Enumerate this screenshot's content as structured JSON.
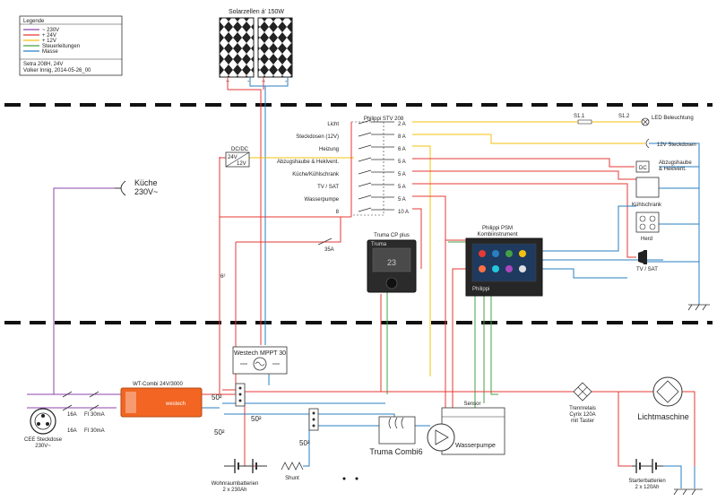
{
  "legend": {
    "title": "Legende",
    "items": [
      {
        "label": "~ 230V",
        "color": "#8e44ad"
      },
      {
        "label": "+  24V",
        "color": "#e53935"
      },
      {
        "label": "+  12V",
        "color": "#f4c20d"
      },
      {
        "label": "Steuerleitungen",
        "color": "#43a047"
      },
      {
        "label": "Masse",
        "color": "#2a7fc0"
      }
    ],
    "footer_line1": "Setra 208H, 24V",
    "footer_line2": "Volker Innig, 2014-05-26_00"
  },
  "solar": {
    "title": "Solarzellen á' 150W",
    "minus": "-",
    "plus": "+"
  },
  "stv": {
    "title": "Philippi STV 208",
    "rows": [
      {
        "label": "Licht",
        "fuse": "2 A"
      },
      {
        "label": "Steckdosen (12V)",
        "fuse": "8 A"
      },
      {
        "label": "Heizung",
        "fuse": "6 A"
      },
      {
        "label": "Abzugshaube & Heklvent.",
        "fuse": "5 A"
      },
      {
        "label": "Küche/Kühlschrank",
        "fuse": "5 A"
      },
      {
        "label": "TV / SAT",
        "fuse": "5 A"
      },
      {
        "label": "Wasserpumpe",
        "fuse": "5 A"
      },
      {
        "label": "8",
        "fuse": "10 A"
      }
    ]
  },
  "dcdc": {
    "label": "DC/DC",
    "in": "24V",
    "out": "12V"
  },
  "switches": {
    "s1": "S1.1",
    "s2": "S1.2"
  },
  "loads": {
    "led": "LED Beleuchtung",
    "socket12": "12V Steckdosen",
    "hood": "Abzugshaube",
    "hood2": "& Heklvent.",
    "fridge": "Kühlschrank",
    "stove": "Herd",
    "tv": "TV / SAT"
  },
  "kitchen": {
    "label": "Küche",
    "voltage": "230V~"
  },
  "fuse35": "35A",
  "wire_6": "6²",
  "truma_cp": {
    "title": "Truma CP plus",
    "brand": "Truma",
    "display": "23"
  },
  "psm": {
    "title": "Philippi PSM",
    "subtitle": "Kombiinstrument",
    "brand": "Philippi"
  },
  "mppt": {
    "label": "Westech MPPT 30"
  },
  "inverter": {
    "label": "WT-Combi 24V/3000",
    "brand": "westech"
  },
  "wire_50a": "50²",
  "wire_50b": "50²",
  "wire_50c": "50²",
  "wire_50d": "50²",
  "fi1": {
    "fuse": "16A",
    "rcd": "FI 30mA"
  },
  "fi2": {
    "fuse": "16A",
    "rcd": "FI 30mA"
  },
  "cee": {
    "line1": "CEE Steckdose",
    "line2": "230V~"
  },
  "house_batt": {
    "line1": "Wohnraumbatterien",
    "line2": "2 x 230Ah"
  },
  "shunt": "Shunt",
  "sensor": "Sensor",
  "pump": "Wasserpumpe",
  "combi": "Truma Combi6",
  "relay": {
    "line1": "Trennrelais",
    "line2": "Cyrix 120A",
    "line3": "mit Taster"
  },
  "alternator": "Lichtmaschine",
  "starter": {
    "line1": "Starterbatterien",
    "line2": "2 x 120Ah"
  }
}
